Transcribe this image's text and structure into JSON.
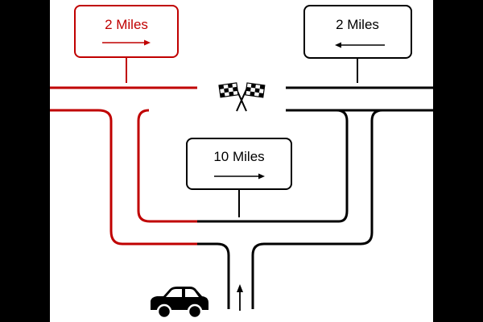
{
  "colors": {
    "background": "#ffffff",
    "frame": "#000000",
    "red_route": "#c00000",
    "black_route": "#000000"
  },
  "signs": {
    "left": {
      "label": "2 Miles",
      "arrow": "right",
      "color": "#c00000"
    },
    "right": {
      "label": "2 Miles",
      "arrow": "left",
      "color": "#000000"
    },
    "center": {
      "label": "10 Miles",
      "arrow": "right",
      "color": "#000000"
    }
  },
  "icons": {
    "finish": "checkered-flags-icon",
    "vehicle": "car-icon",
    "direction": "up-arrow-icon"
  }
}
